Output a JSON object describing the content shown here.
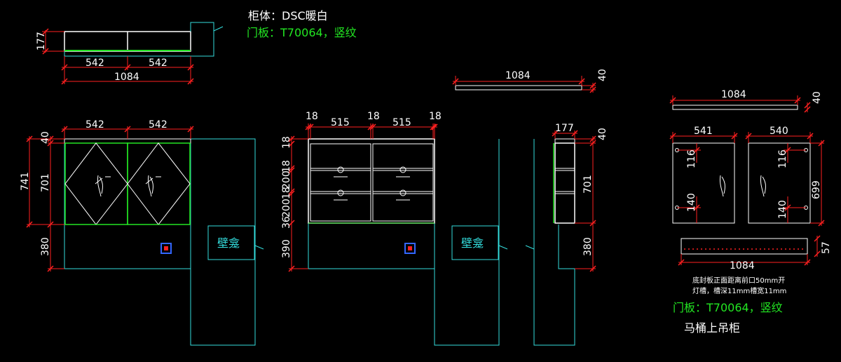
{
  "notes": {
    "cabinet_body": "柜体：DSC暖白",
    "door_panel": "门板：T70064，竖纹",
    "door_panel_right": "门板：T70064，竖纹",
    "groove_line1": "底封板正面距离前口50mm开",
    "groove_line2": "灯槽，槽深11mm槽宽11mm",
    "title": "马桶上吊柜",
    "niche_left": "壁龛",
    "niche_mid": "壁龛"
  },
  "dims": {
    "top_177": "177",
    "top_542a": "542",
    "top_542b": "542",
    "top_1084": "1084",
    "fl_542a": "542",
    "fl_542b": "542",
    "fl_40": "40",
    "fl_741": "741",
    "fl_701": "701",
    "fl_380": "380",
    "fm_18a": "18",
    "fm_515a": "515",
    "fm_18b": "18",
    "fm_515b": "515",
    "fm_18c": "18",
    "fm_18v1": "18",
    "fm_18v2": "18",
    "fm_200a": "200",
    "fm_18v3": "18",
    "fm_200b": "200",
    "fm_36": "36",
    "fm_390": "390",
    "sv_1084": "1084",
    "sv_40": "40",
    "sd_177": "177",
    "sd_40": "40",
    "sd_701": "701",
    "sd_380": "380",
    "rp_1084": "1084",
    "rp_40": "40",
    "rp_541": "541",
    "rp_540": "540",
    "rp_116a": "116",
    "rp_140a": "140",
    "rp_116b": "116",
    "rp_140b": "140",
    "rp_699": "699",
    "rb_1084": "1084",
    "rb_57": "57"
  },
  "colors": {
    "background": "#000000",
    "dimension_line": "#ff2020",
    "outline_white": "#ffffff",
    "outline_cyan": "#33dddd",
    "door_green": "#22e622",
    "annotation_green": "#22e622"
  }
}
